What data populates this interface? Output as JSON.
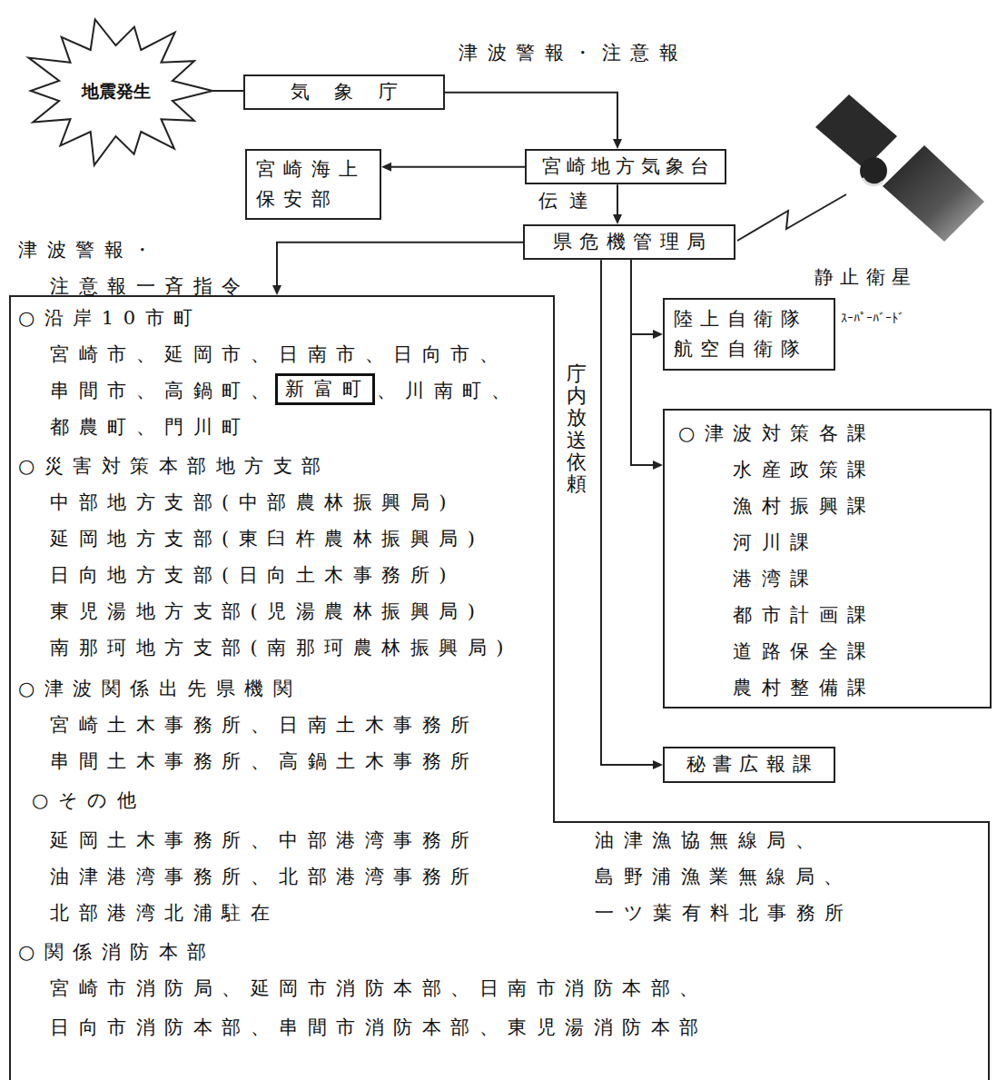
{
  "diagram": {
    "nodes": [
      {
        "text": [
          "地震発生"
        ]
      },
      {
        "text": [
          "気象庁"
        ]
      },
      {
        "text": [
          "宮崎地方気象台"
        ]
      },
      {
        "text": [
          "宮崎海上保安部"
        ]
      },
      {
        "text": [
          "県危機管理局"
        ]
      },
      {
        "text": [
          "○沿岸10市町",
          "宮崎市、延岡市、日南市、日向市、",
          "串間市、高鍋町、",
          "、川南町、",
          "都農町、門川町",
          "○災害対策本部地方支部",
          "中部地方支部(中部農林振興局)",
          "延岡地方支部(東臼杵農林振興局)",
          "日向地方支部(日向土木事務所)",
          "東児湯地方支部(児湯農林振興局)",
          "南那珂地方支部(南那珂農林振興局)",
          "○津波関係出先県機関",
          "宮崎土木事務所、日南土木事務所",
          "串間土木事務所、高鍋土木事務所",
          "○その他",
          "延岡土木事務所、中部港湾事務所",
          "油津港湾事務所、北部港湾事務所",
          "北部港湾北浦駐在",
          "油津漁協無線局、",
          "島野浦漁業無線局、",
          "一ツ葉有料北事務所",
          "○関係消防本部",
          "宮崎市消防局、延岡市消防本部、日南市消防本部、",
          "日向市消防本部、串間市消防本部、東児湯消防本部"
        ]
      },
      {
        "text": [
          "新富町"
        ],
        "in": 5
      },
      {
        "text": [
          "陸上自衛隊",
          "航空自衛隊"
        ]
      },
      {
        "text": [
          "○津波対策各課",
          "水産政策課",
          "漁村振興課",
          "河川課",
          "港湾課",
          "都市計画課",
          "道路保全課",
          "農村整備課"
        ]
      },
      {
        "text": [
          "秘書広報課"
        ]
      }
    ],
    "edges": [
      {
        "from": 0,
        "to": 1,
        "arrow": "none"
      },
      {
        "from": 1,
        "to": 2,
        "label": "津波警報・注意報",
        "arrow": "to"
      },
      {
        "from": 2,
        "to": 3,
        "arrow": "to"
      },
      {
        "from": 2,
        "to": 4,
        "label": "伝達",
        "arrow": "to"
      },
      {
        "from": 4,
        "to": 5,
        "label": "津波警報・ 注意報一斉指令",
        "arrow": "to"
      },
      {
        "from": 4,
        "to": 7,
        "arrow": "to"
      },
      {
        "from": 4,
        "to": 8,
        "arrow": "to"
      },
      {
        "from": 4,
        "to": 9,
        "label": "庁内放送依頼",
        "arrow": "to"
      }
    ],
    "labels": [
      "静止衛星",
      "ｽｰﾊﾟｰﾊﾞｰﾄﾞ"
    ]
  }
}
